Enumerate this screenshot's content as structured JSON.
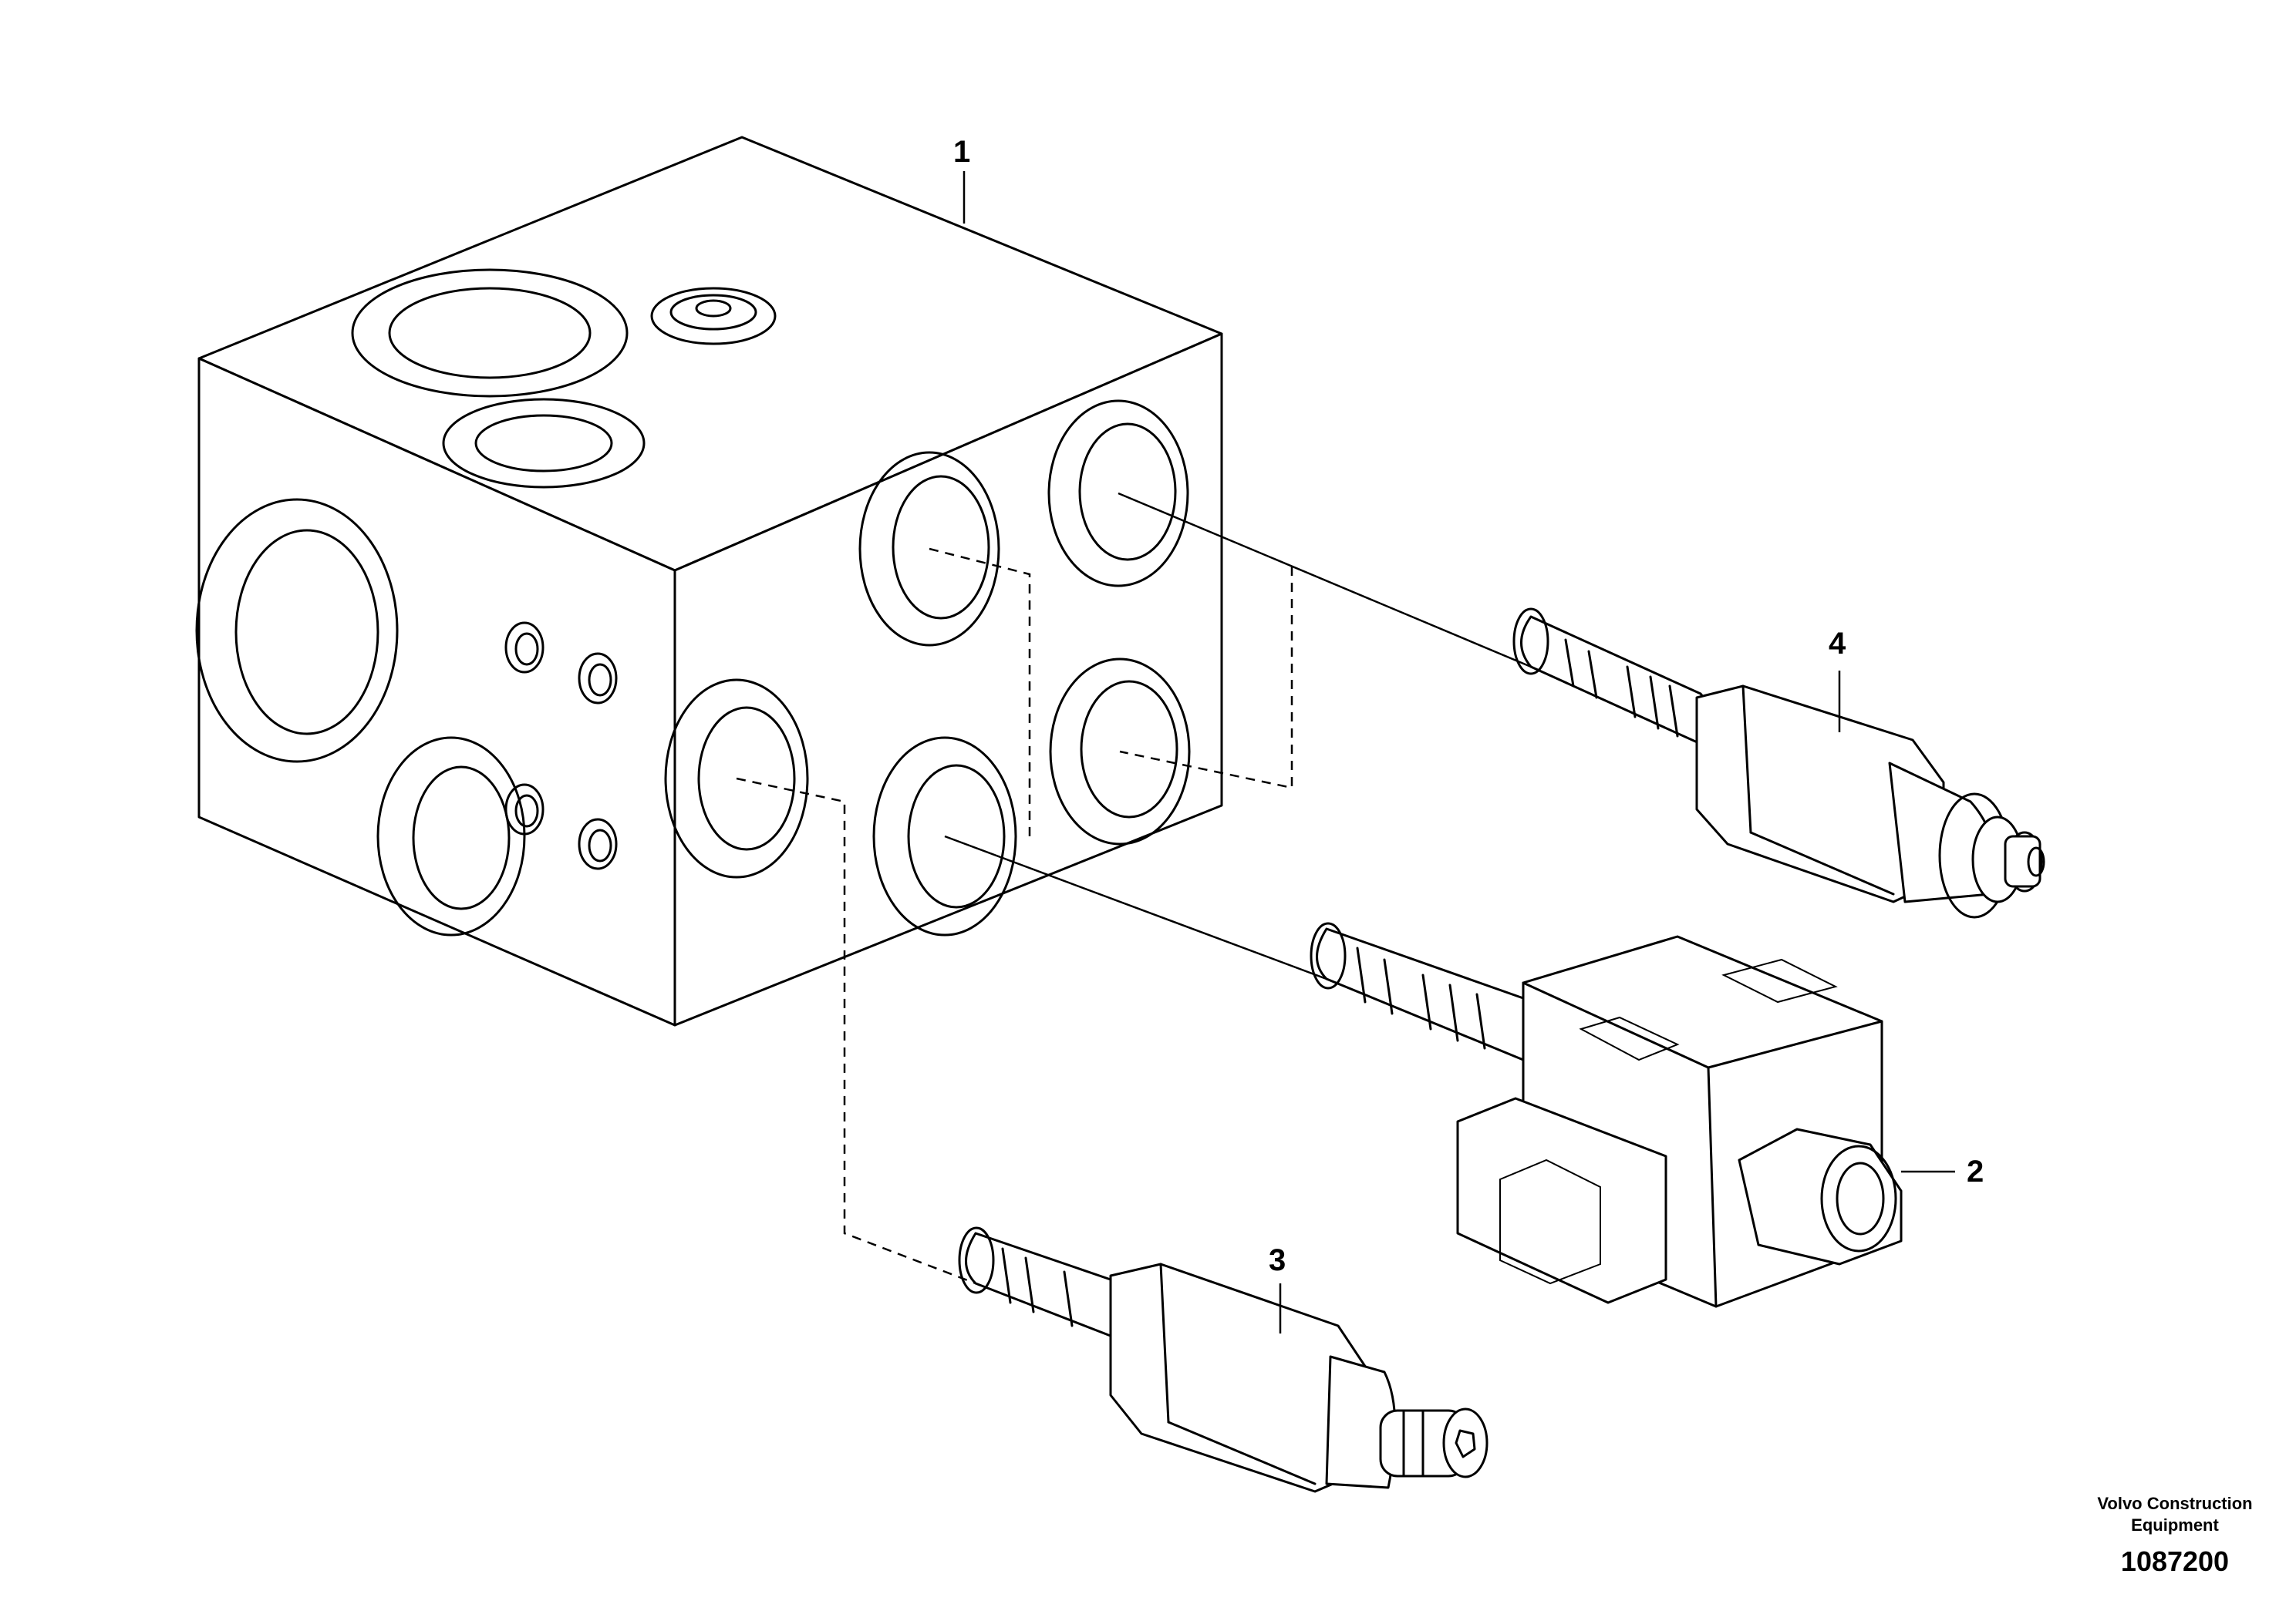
{
  "callouts": {
    "part1": "1",
    "part2": "2",
    "part3": "3",
    "part4": "4"
  },
  "footer": {
    "company_line1": "Volvo Construction",
    "company_line2": "Equipment",
    "drawing_number": "1087200"
  }
}
